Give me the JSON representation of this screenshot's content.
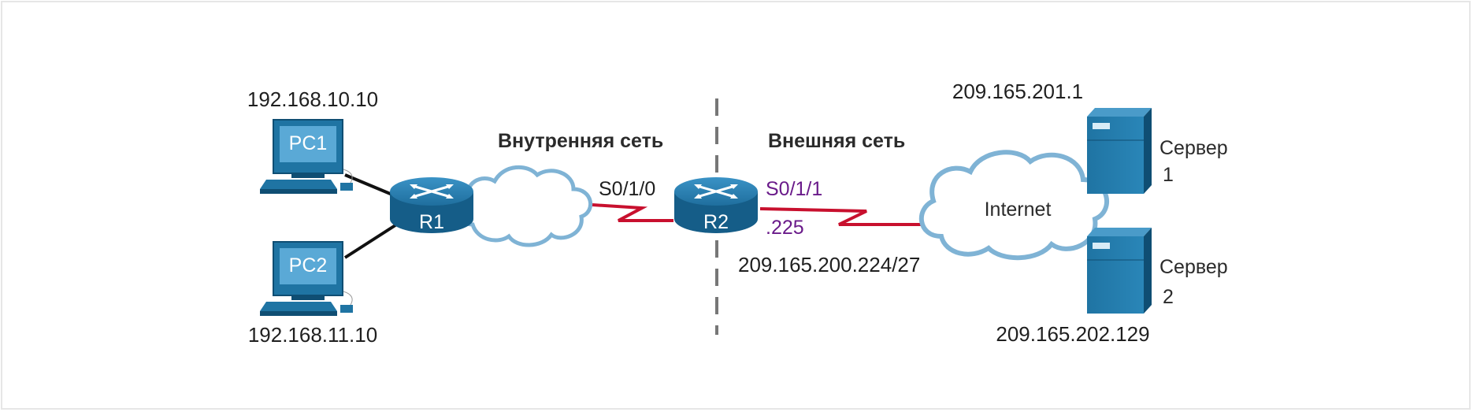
{
  "colors": {
    "device_blue": "#1f74a3",
    "device_dark": "#0f4e73",
    "serial_link": "#c8102e",
    "iface_purple": "#6a1b8a",
    "ethernet": "#111111",
    "cloud_edge": "#7fb3d5"
  },
  "zones": {
    "inside": "Внутренняя сеть",
    "outside": "Внешняя сеть"
  },
  "hosts": {
    "pc1": {
      "label": "PC1",
      "ip": "192.168.10.10"
    },
    "pc2": {
      "label": "PC2",
      "ip": "192.168.11.10"
    }
  },
  "routers": {
    "r1": {
      "label": "R1"
    },
    "r2": {
      "label": "R2",
      "inside_iface": "S0/1/0",
      "outside_iface": "S0/1/1",
      "outside_host": ".225",
      "outside_network": "209.165.200.224/27"
    }
  },
  "internet": {
    "label": "Internet"
  },
  "servers": {
    "s1": {
      "label_line1": "Сервер",
      "label_line2": "1",
      "ip": "209.165.201.1"
    },
    "s2": {
      "label_line1": "Сервер",
      "label_line2": "2",
      "ip": "209.165.202.129"
    }
  },
  "icons": [
    "pc-icon",
    "router-icon",
    "cloud-icon",
    "server-icon",
    "serial-link-icon"
  ]
}
